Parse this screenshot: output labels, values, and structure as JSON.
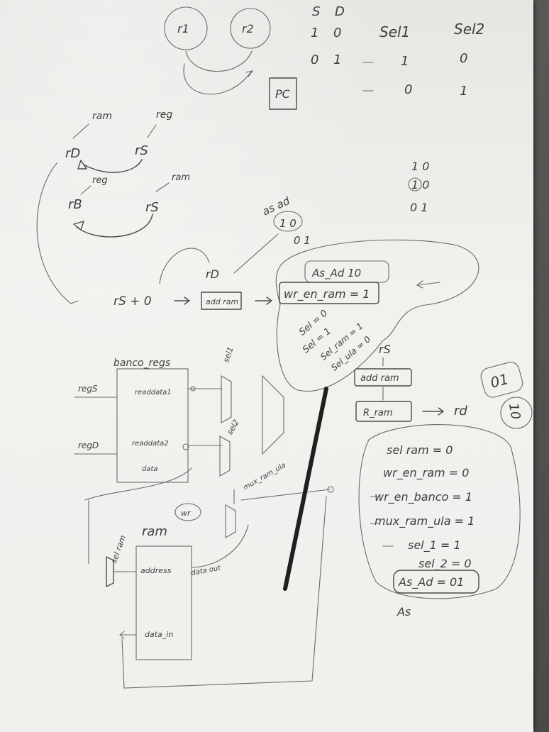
{
  "sketch": {
    "top_circles": [
      "r1",
      "r2"
    ],
    "pc_box": "PC",
    "sel_header": [
      "Sel1",
      "Sel2"
    ],
    "sel_table": [
      [
        "1",
        "0"
      ],
      [
        "0",
        "1"
      ]
    ],
    "truth_cols": [
      "S",
      "D"
    ],
    "truth_rows": [
      [
        "1",
        "0"
      ],
      [
        "0",
        "1"
      ]
    ],
    "loop1": {
      "left_label": "ram",
      "right_label": "reg",
      "left_node": "rD",
      "right_node": "rS"
    },
    "loop2": {
      "left_label": "reg",
      "right_label": "ram",
      "left_node": "rB",
      "right_node": "rS"
    },
    "as_ad": {
      "header": "as  ad",
      "r1": "1   0",
      "r2": "0   1"
    },
    "small_pairs": [
      "1 0",
      "1 0",
      "0 1"
    ],
    "flow": {
      "rs_plus": "rS + 0",
      "rd": "rD",
      "addram_box": "add ram",
      "wr_en": "wr_en_ram = 1",
      "asad": "As_Ad  10"
    },
    "blob_lines": [
      "Sel = 0",
      "Sel = 1",
      "Sel_ram = 1",
      "Sel_ula = 0"
    ],
    "rs_label": "rS",
    "addram2": "add ram",
    "ram_out": "R_ram",
    "arrow_rd": "rd",
    "side_bubbles": [
      "01",
      "10"
    ],
    "banco": {
      "title": "banco_regs",
      "reg1_in": "regS",
      "reg2_in": "regD",
      "read1": "readdata1",
      "read2": "readdata2",
      "data": "data",
      "sel1": "sel1",
      "sel2": "sel2",
      "mux_label": "mux_ram_ula"
    },
    "ram": {
      "title": "ram",
      "wr": "wr",
      "address": "address",
      "data_in": "data_in",
      "data_out": "data out",
      "selram": "sel ram"
    },
    "list": [
      "sel ram = 0",
      "wr_en_ram = 0",
      "wr_en_banco = 1",
      "mux_ram_ula = 1",
      "sel_1 = 1",
      "sel_2 = 0",
      "As_Ad = 01"
    ],
    "bottom_as": "As"
  }
}
